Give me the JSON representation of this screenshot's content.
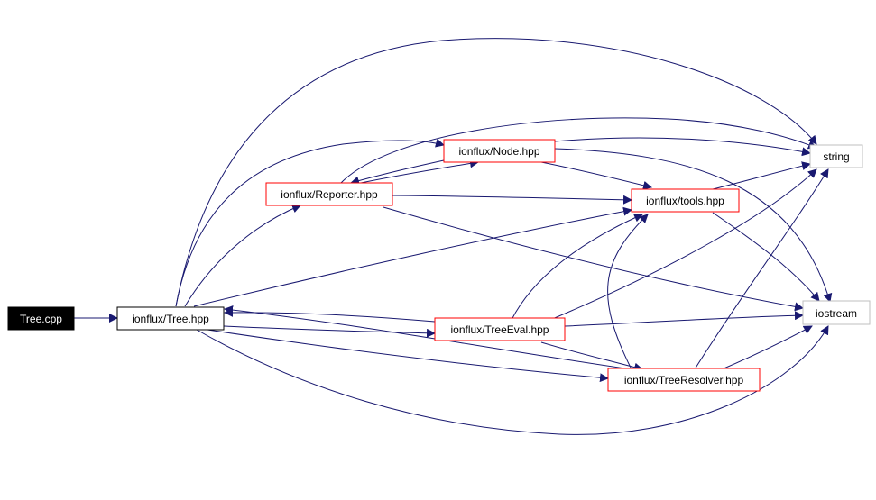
{
  "colors": {
    "edge": "#191970",
    "local_border": "#ff0000",
    "plain_border": "#000000",
    "system_border": "#bfbfbf",
    "root_fill": "#000000",
    "root_text": "#ffffff"
  },
  "nodes": {
    "tree_cpp": "Tree.cpp",
    "tree_hpp": "ionflux/Tree.hpp",
    "reporter_hpp": "ionflux/Reporter.hpp",
    "node_hpp": "ionflux/Node.hpp",
    "tools_hpp": "ionflux/tools.hpp",
    "treeeval_hpp": "ionflux/TreeEval.hpp",
    "treeresolver_hpp": "ionflux/TreeResolver.hpp",
    "string": "string",
    "iostream": "iostream"
  }
}
